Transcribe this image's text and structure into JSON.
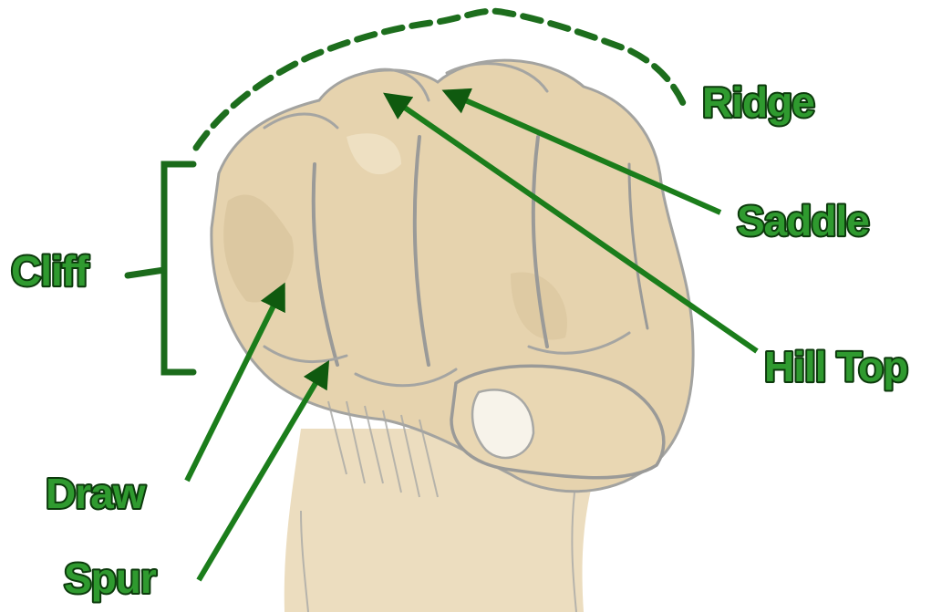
{
  "colors": {
    "label_fill": "#2f9a2f",
    "label_outline": "#0c3a0c",
    "arrow": "#1b7d1b",
    "ridge_line": "#1d6e1d",
    "skin": "#e7d6b4",
    "skin_shade": "#cbb58f",
    "sketch_line": "#9a9a98"
  },
  "labels": {
    "ridge": "Ridge",
    "saddle": "Saddle",
    "cliff": "Cliff",
    "hill_top": "Hill Top",
    "draw": "Draw",
    "spur": "Spur"
  }
}
